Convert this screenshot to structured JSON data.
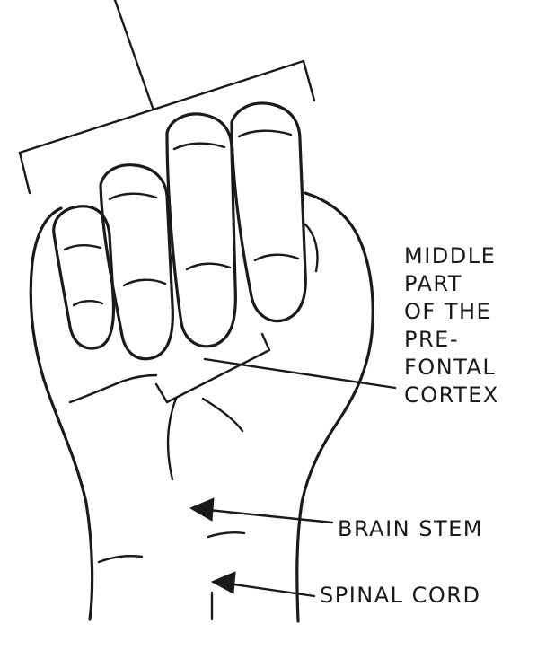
{
  "labels": {
    "prefrontal": [
      "MIDDLE",
      "PART",
      "OF THE",
      "PRE-",
      "FONTAL",
      "CORTEX"
    ],
    "brain_stem": "BRAIN STEM",
    "spinal_cord": "SPINAL CORD"
  },
  "colors": {
    "ink": "#1a1a1a",
    "background": "#ffffff"
  }
}
